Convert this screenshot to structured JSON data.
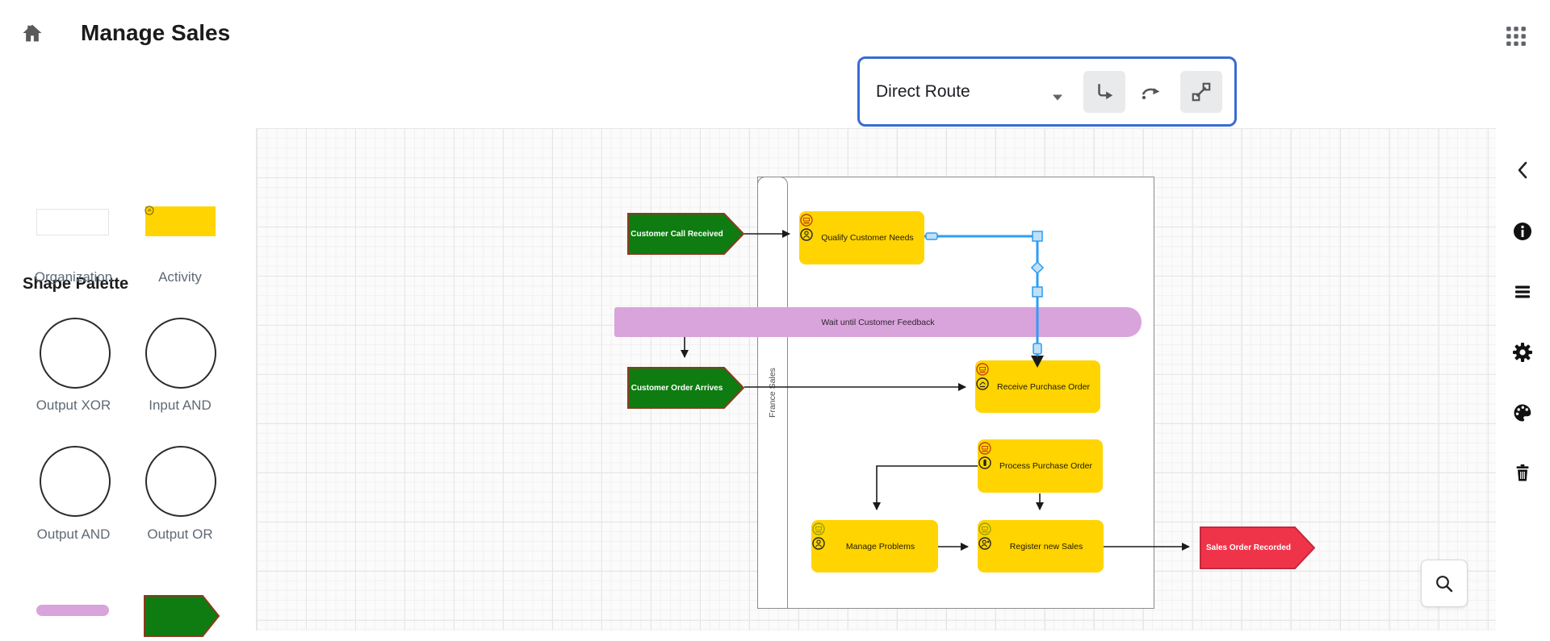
{
  "header": {
    "title": "Manage Sales"
  },
  "toolbar": {
    "icons": [
      "copy",
      "upload",
      "save",
      "download",
      "palette",
      "add",
      "undo",
      "fill-color",
      "line-style",
      "edit-pencil",
      "shadow",
      "align-left",
      "insert-image",
      "bring-to-front",
      "send-to-back"
    ],
    "route_dropdown": {
      "value": "Direct Route"
    },
    "connector_buttons": [
      "orthogonal-connector",
      "curved-connector",
      "straight-connector"
    ],
    "accent_color": "#3a6bd3"
  },
  "palette": {
    "title": "Shape Palette",
    "items": [
      {
        "label": "Organization",
        "type": "rectangle",
        "fill": "#ffffff"
      },
      {
        "label": "Activity",
        "type": "rectangle",
        "fill": "#ffd400"
      },
      {
        "label": "Output XOR",
        "type": "circle"
      },
      {
        "label": "Input AND",
        "type": "circle"
      },
      {
        "label": "Output AND",
        "type": "circle"
      },
      {
        "label": "Output OR",
        "type": "circle"
      },
      {
        "label": "",
        "type": "capsule",
        "fill": "#d9a3dc"
      },
      {
        "label": "",
        "type": "arrow",
        "fill": "#0e7c10"
      }
    ]
  },
  "diagram": {
    "lane_label": "France Sales",
    "nodes": {
      "event_call": {
        "label": "Customer Call Received",
        "fill": "#0e7c10"
      },
      "task_qualify": {
        "label": "Qualify Customer Needs",
        "fill": "#ffd400"
      },
      "wait_bar": {
        "label": "Wait until Customer Feedback",
        "fill": "#d9a3dc"
      },
      "event_order": {
        "label": "Customer Order Arrives",
        "fill": "#0e7c10"
      },
      "task_receive": {
        "label": "Receive Purchase Order",
        "fill": "#ffd400"
      },
      "task_process": {
        "label": "Process Purchase Order",
        "fill": "#ffd400"
      },
      "task_manage": {
        "label": "Manage Problems",
        "fill": "#ffd400"
      },
      "task_register": {
        "label": "Register new Sales",
        "fill": "#ffd400"
      },
      "event_recorded": {
        "label": "Sales Order Recorded",
        "fill": "#ef3449"
      }
    },
    "selected_connector_color": "#2e9df3"
  },
  "right_sidebar": {
    "icons": [
      "collapse-chevron",
      "info",
      "properties-list",
      "settings-gear",
      "theme-palette",
      "delete-trash"
    ]
  },
  "zoom_tool": {
    "icon": "magnifier"
  }
}
